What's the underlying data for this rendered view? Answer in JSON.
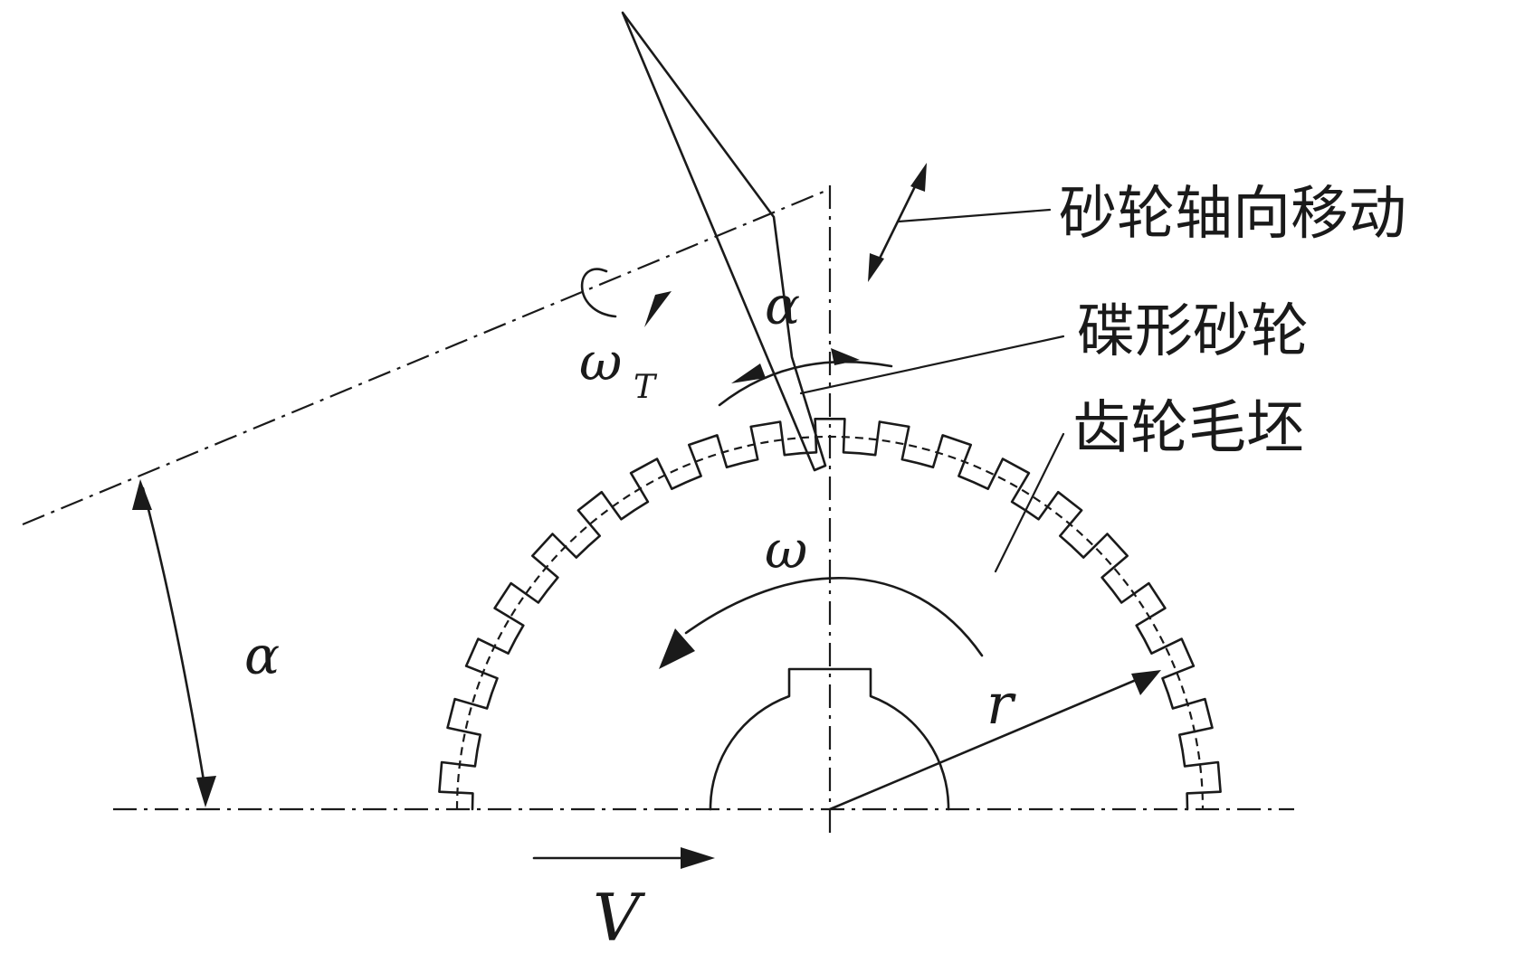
{
  "labels": {
    "axial_move": "砂轮轴向移动",
    "disc_wheel": "碟形砂轮",
    "gear_blank": "齿轮毛坯",
    "alpha_top": "α",
    "alpha_left": "α",
    "omega_T": "ω",
    "omega_T_sub": "T",
    "omega": "ω",
    "r": "r",
    "V": "V"
  }
}
